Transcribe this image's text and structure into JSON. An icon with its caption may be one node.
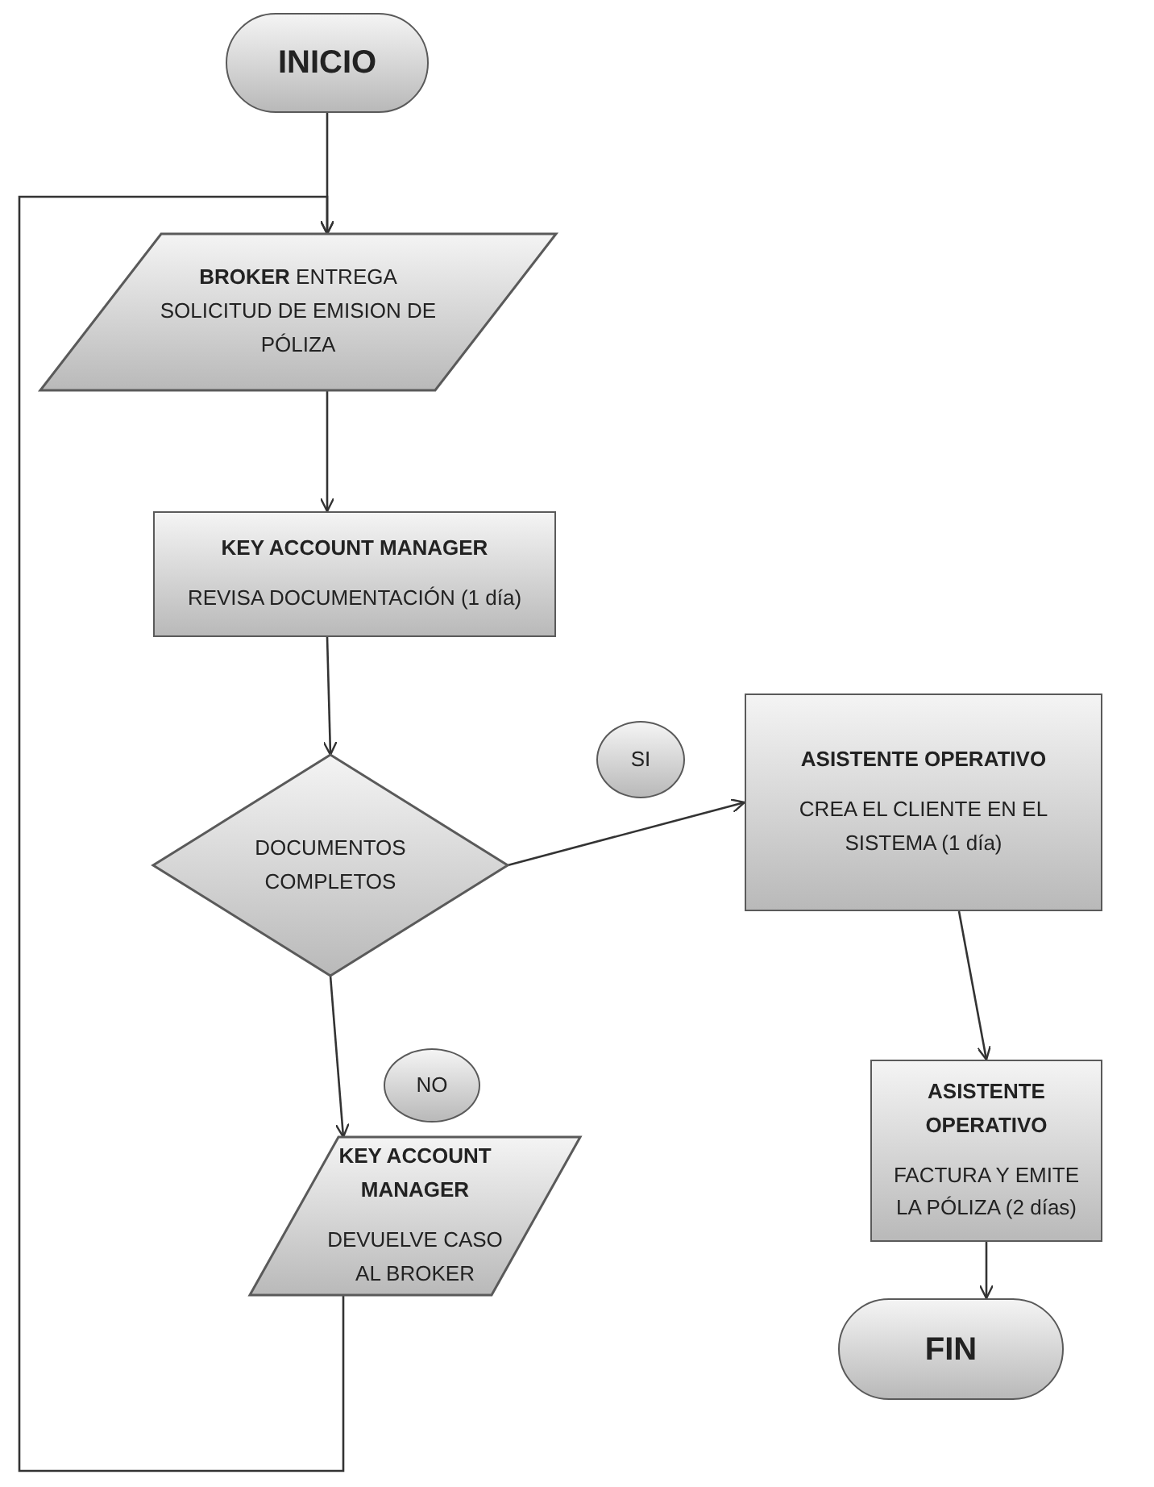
{
  "diagram": {
    "nodes": [
      {
        "text": [
          "INICIO"
        ]
      },
      {
        "text": [
          "**BROKER** ENTREGA SOLICITUD DE EMISION DE PÓLIZA"
        ]
      },
      {
        "text": [
          "KEY ACCOUNT MANAGER",
          "REVISA DOCUMENTACIÓN (1 día)"
        ]
      },
      {
        "text": [
          "DOCUMENTOS COMPLETOS"
        ]
      },
      {
        "text": [
          "SI"
        ]
      },
      {
        "text": [
          "ASISTENTE OPERATIVO",
          "CREA EL CLIENTE EN EL SISTEMA (1 día)"
        ]
      },
      {
        "text": [
          "NO"
        ]
      },
      {
        "text": [
          "KEY ACCOUNT MANAGER",
          "DEVUELVE CASO AL BROKER"
        ]
      },
      {
        "text": [
          "ASISTENTE OPERATIVO",
          "FACTURA Y EMITE LA PÓLIZA (2 días)"
        ]
      },
      {
        "text": [
          "FIN"
        ]
      }
    ],
    "edges": [
      {
        "from": 0,
        "to": 1,
        "arrow": "to"
      },
      {
        "from": 1,
        "to": 2,
        "arrow": "to"
      },
      {
        "from": 2,
        "to": 3,
        "arrow": "to"
      },
      {
        "from": 3,
        "to": 5,
        "arrow": "to"
      },
      {
        "from": 3,
        "to": 7,
        "arrow": "to"
      },
      {
        "from": 5,
        "to": 8,
        "arrow": "to"
      },
      {
        "from": 8,
        "to": 9,
        "arrow": "to"
      },
      {
        "from": 7,
        "to": 1,
        "arrow": "to"
      }
    ]
  }
}
